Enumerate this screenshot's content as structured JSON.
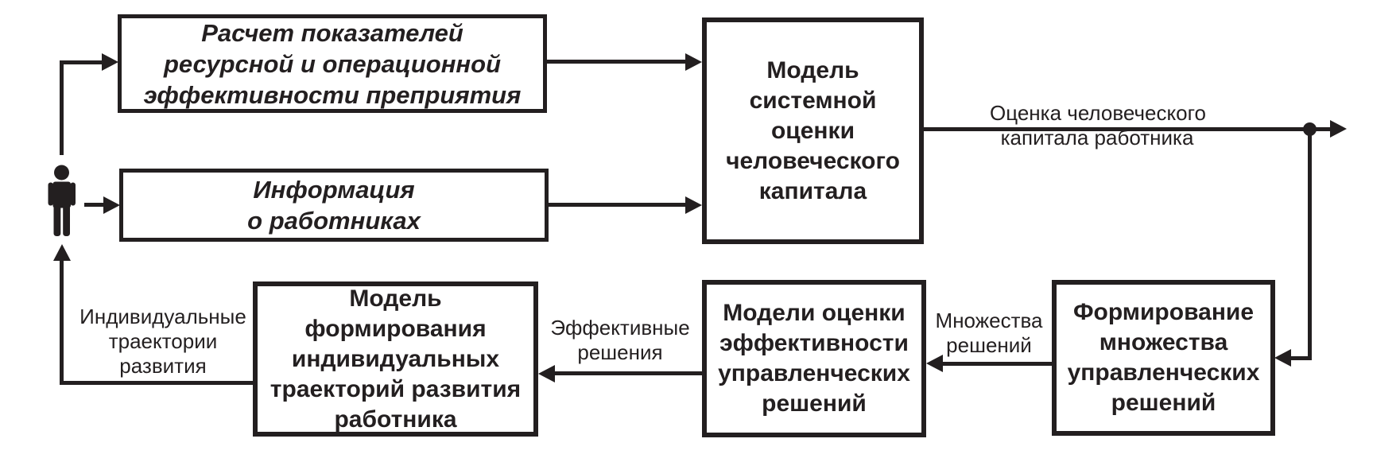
{
  "colors": {
    "ink": "#231f20",
    "background": "#ffffff"
  },
  "boxes": {
    "indicators": {
      "lines": [
        "Расчет показателей",
        "ресурсной и операционной",
        "эффективности преприятия"
      ]
    },
    "employee_info": {
      "lines": [
        "Информация",
        "о работниках"
      ]
    },
    "assessment_model": {
      "lines": [
        "Модель",
        "системной",
        "оценки",
        "человеческого",
        "капитала"
      ]
    },
    "decision_set": {
      "lines": [
        "Формирование",
        "множества",
        "управленческих",
        "решений"
      ]
    },
    "decision_eval": {
      "lines": [
        "Модели оценки",
        "эффективности",
        "управленческих",
        "решений"
      ]
    },
    "trajectory_model": {
      "lines": [
        "Модель",
        "формирования",
        "индивидуальных",
        "траекторий развития",
        "работника"
      ]
    }
  },
  "labels": {
    "hc_assessment": {
      "lines": [
        "Оценка человеческого",
        "капитала работника"
      ]
    },
    "decision_sets": {
      "lines": [
        "Множества",
        "решений"
      ]
    },
    "effective_decisions": {
      "lines": [
        "Эффективные",
        "решения"
      ]
    },
    "individual_trajectories": {
      "lines": [
        "Индивидуальные",
        "траектории",
        "развития"
      ]
    }
  },
  "icons": {
    "person": "man-pictogram"
  }
}
